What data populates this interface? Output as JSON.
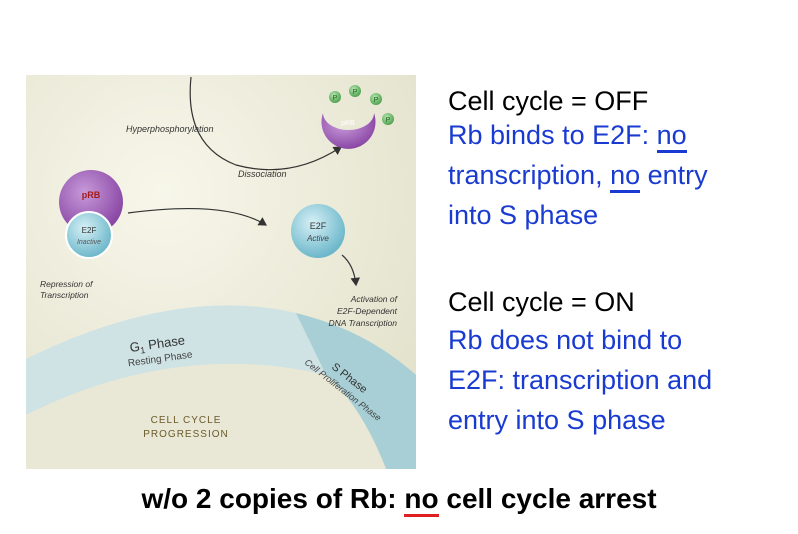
{
  "colors": {
    "panel_bg": "#efeedd",
    "g1_band": "#cfe2e4",
    "s_band": "#a8cfd5",
    "prb_purple": "#9d5cb6",
    "e2f_teal": "#7ec3d4",
    "phosphate_green": "#6dbb6c",
    "text_blue": "#1a3bd1",
    "underline_red": "#e02020"
  },
  "diagram": {
    "hyperphosphorylation": "Hyperphosphorylation",
    "dissociation": "Dissociation",
    "prb_label": "pRB",
    "prb_small_label": "pRB",
    "phosphate_label": "P",
    "e2f_inactive_name": "E2F",
    "e2f_inactive_state": "Inactive",
    "e2f_active_name": "E2F",
    "e2f_active_state": "Active",
    "repression_line1": "Repression of",
    "repression_line2": "Transcription",
    "activation_line1": "Activation of",
    "activation_line2": "E2F-Dependent",
    "activation_line3": "DNA Transcription",
    "g1_phase": "G",
    "g1_subscript": "1",
    "g1_phase_word": " Phase",
    "g1_resting": "Resting Phase",
    "s_phase": "S Phase",
    "s_proliferation": "Cell Proliferation Phase",
    "progression_line1": "CELL CYCLE",
    "progression_line2": "PROGRESSION"
  },
  "off_block": {
    "heading": "Cell cycle = OFF",
    "l1_a": "Rb binds to E2F: ",
    "l1_no": "no",
    "l2_a": "transcription, ",
    "l2_no": "no",
    "l2_b": " entry",
    "l3": "into S phase"
  },
  "on_block": {
    "heading": "Cell cycle = ON",
    "l1": "Rb does not bind to",
    "l2": "E2F: transcription and",
    "l3": "entry into S phase"
  },
  "conclusion": {
    "a": "w/o 2 copies of Rb: ",
    "no": "no",
    "b": " cell cycle arrest"
  }
}
